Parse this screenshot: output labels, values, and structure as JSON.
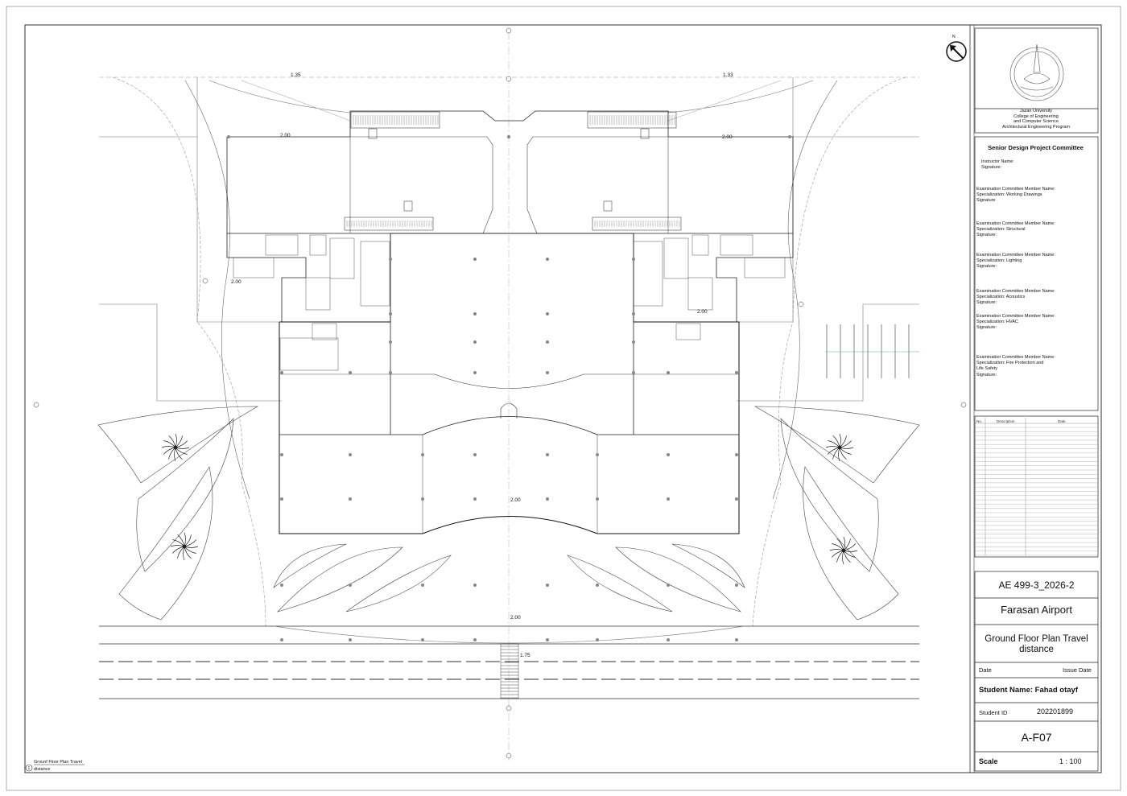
{
  "drawing": {
    "north_label": "N",
    "elevations": [
      "1.35",
      "1.33",
      "2.00",
      "2.00",
      "2.00",
      "2.00",
      "2.00",
      "2.00",
      "1.75"
    ],
    "view_title_line1": "Grounf Floor Plan Travel",
    "view_title_line2": "distance",
    "view_number": "1"
  },
  "title_block": {
    "university": [
      "Jazan University",
      "College of Engineering",
      "and Computer Science",
      "Architectural Engineering Program"
    ],
    "committee_title": "Senior Design Project Committee",
    "instructor": "Instructor Name:\nSignature:",
    "members": [
      "Examination Committee Member Name:\nSpecialization: Working Drawings\nSignature",
      "Examination Committee Member Name:\nSpecialization: Structural\nSignature:",
      "Examination Committee Member Name:\nSpecialization: Lighting\nSignature:",
      "Examination Committee Member Name:\nSpecialization: Acoustics\nSignature:",
      "Examination Committee Member Name:\nSpecialization: HVAC\nSignature:",
      "Examination Committee Member Name:\nSpecialization: Fire Protection and\nLife Safety\nSignature:"
    ],
    "revision_headers": {
      "no": "No.",
      "description": "Description",
      "date": "Date"
    },
    "project_code": "AE 499-3_2026-2",
    "project_name": "Farasan Airport",
    "drawing_title": "Ground Floor Plan Travel distance",
    "date_label": "Date",
    "issue_date_label": "Issue Date",
    "student_name": "Student Name: Fahad otayf",
    "student_id_label": "Student ID",
    "student_id": "202201899",
    "sheet_number": "A-F07",
    "scale_label": "Scale",
    "scale_value": "1 : 100"
  }
}
